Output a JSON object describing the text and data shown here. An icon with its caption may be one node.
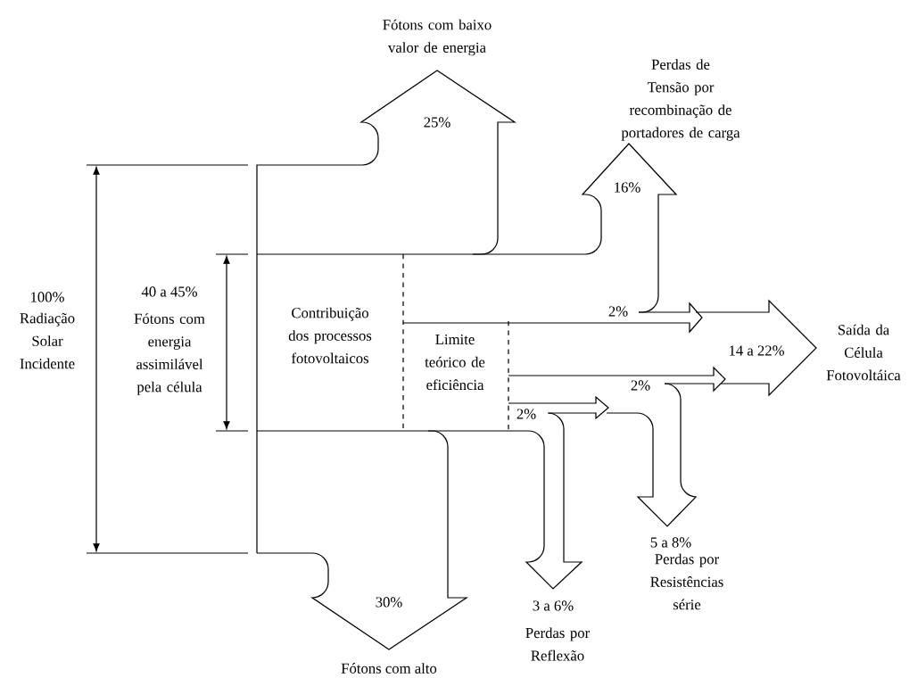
{
  "diagram": {
    "labels": [
      "Fótons com baixo valor de energia",
      "25%",
      "Perdas de Tensão por recombinação de portadores de carga",
      "16%",
      "100%",
      "Radiação Solar Incidente",
      "40 a 45%",
      "Fótons com energia assimilável pela célula",
      "Contribuição dos processos fotovoltaicos",
      "2%",
      "Saída da Célula Fotovoltáica",
      "Limite teórico de eficiência",
      "14 a 22%",
      "2%",
      "2%",
      "30%",
      "3 a 6%",
      "Perdas por Reflexão",
      "5 a 8%",
      "Perdas por Resistências série",
      "Fótons com alto"
    ]
  }
}
